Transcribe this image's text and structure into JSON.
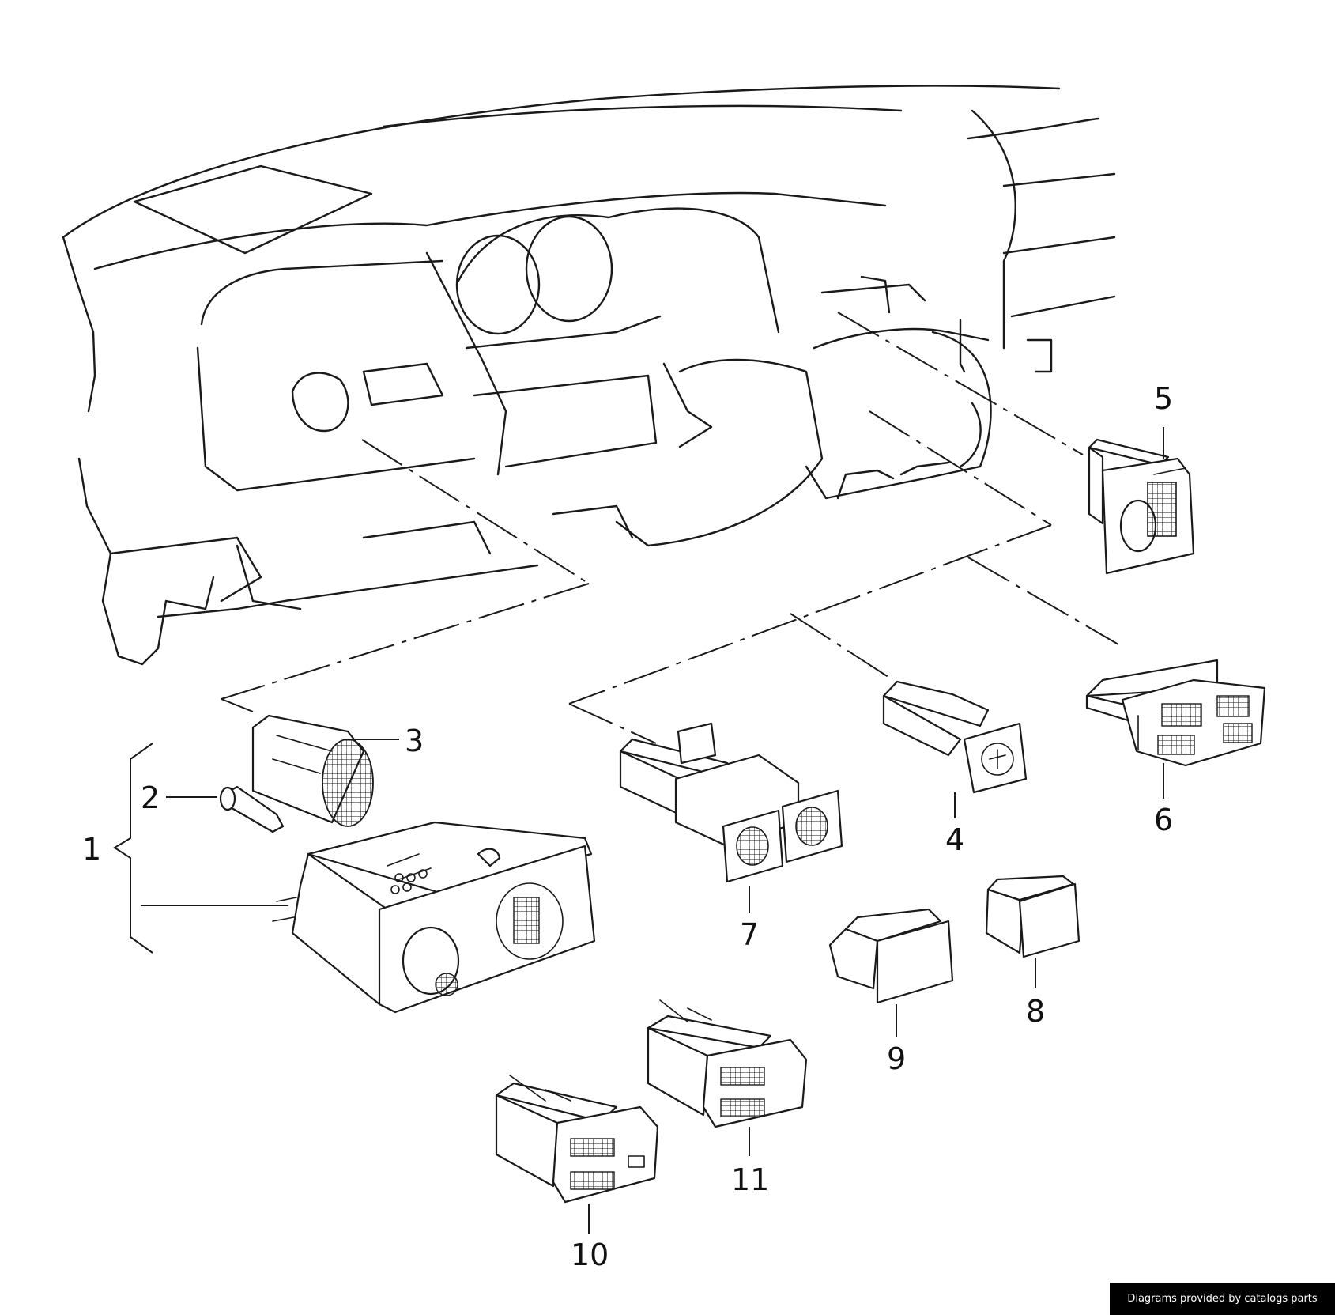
{
  "diagram": {
    "callouts": {
      "c1": "1",
      "c2": "2",
      "c3": "3",
      "c4": "4",
      "c5": "5",
      "c6": "6",
      "c7": "7",
      "c8": "8",
      "c9": "9",
      "c10": "10",
      "c11": "11"
    }
  },
  "footer": {
    "credit": "Diagrams provided by catalogs parts"
  }
}
